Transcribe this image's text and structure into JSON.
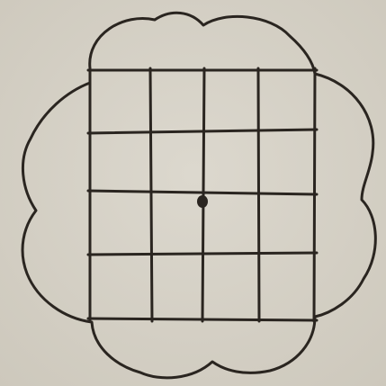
{
  "diagram": {
    "grid_rows": 4,
    "grid_columns": 4,
    "marked_point": {
      "row_line": 2,
      "column_line": 2
    },
    "outline_shape": "four-lobed cloud",
    "colors": {
      "paper": "#d9d5ca",
      "paper_shade": "#cfcabe",
      "ink": "#2a2520"
    }
  }
}
